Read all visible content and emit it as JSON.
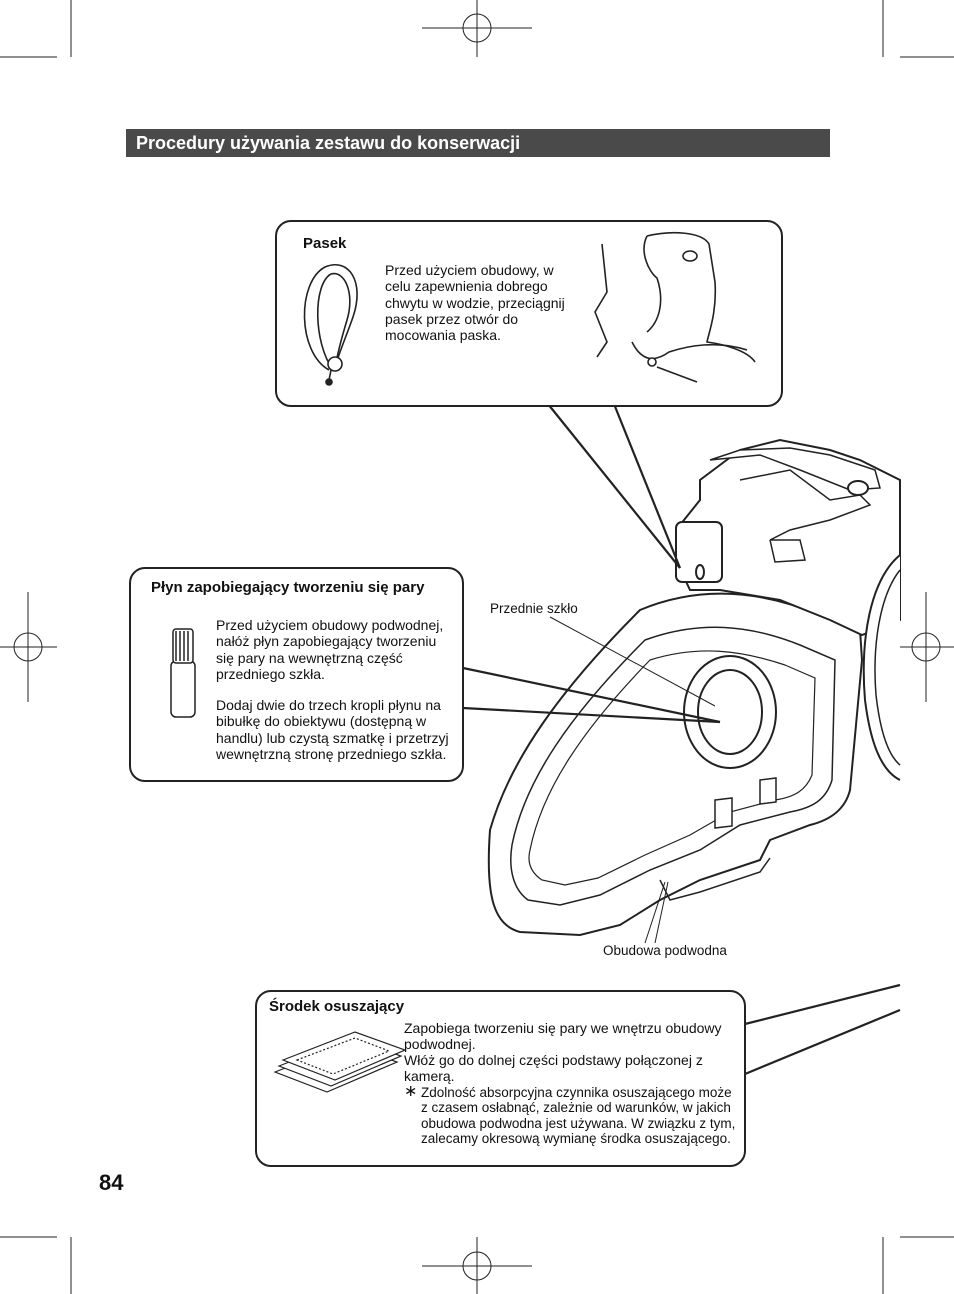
{
  "header": {
    "title": "Procedury używania zestawu do konserwacji"
  },
  "strap": {
    "title": "Pasek",
    "text": "Przed użyciem obudowy, w celu zapewnienia dobrego chwytu w wodzie, przeciągnij pasek przez otwór do mocowania paska."
  },
  "antifog": {
    "title": "Płyn zapobiegający tworzeniu się pary",
    "text1": "Przed użyciem obudowy podwodnej, nałóż płyn zapobiegający tworzeniu się pary na wewnętrzną część przedniego szkła.",
    "text2": "Dodaj dwie do trzech kropli płynu na bibułkę do obiektywu (dostępną w handlu) lub czystą szmatkę i przetrzyj wewnętrzną stronę przedniego szkła."
  },
  "labels": {
    "front_glass": "Przednie szkło",
    "housing": "Obudowa podwodna"
  },
  "desiccant": {
    "title": "Środek osuszający",
    "text1": "Zapobiega tworzeniu się pary we wnętrzu obudowy podwodnej.",
    "text2": "Włóż go do dolnej części podstawy połączonej z kamerą.",
    "note_mark": "∗",
    "note": "Zdolność absorpcyjna czynnika osuszającego może z czasem osłabnąć, zależnie od warunków, w jakich obudowa podwodna jest używana. W związku z tym, zalecamy okresową wymianę środka osuszającego."
  },
  "page": {
    "number": "84"
  }
}
